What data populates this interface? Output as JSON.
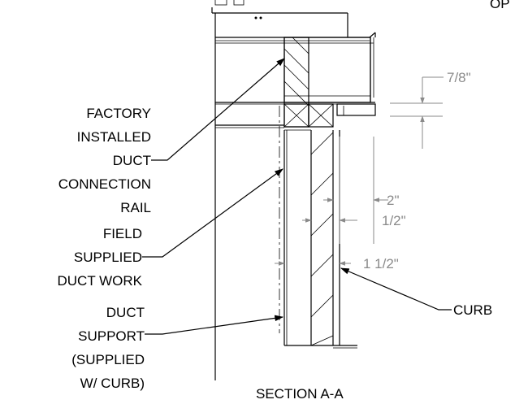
{
  "corner_text": "OP",
  "labels": {
    "rail": [
      "FACTORY",
      "INSTALLED",
      "DUCT",
      "CONNECTION",
      "RAIL"
    ],
    "ductwork": [
      "FIELD",
      "SUPPLIED",
      "DUCT WORK"
    ],
    "support": [
      "DUCT",
      "SUPPORT",
      "(SUPPLIED",
      "W/ CURB)"
    ],
    "curb": "CURB",
    "section": "SECTION A-A"
  },
  "dimensions": {
    "top": "7/8\"",
    "d2": "2\"",
    "d_half": "1/2\"",
    "d_1half": "1 1/2\""
  },
  "colors": {
    "line": "#000000",
    "dimension": "#8a8a8a"
  }
}
